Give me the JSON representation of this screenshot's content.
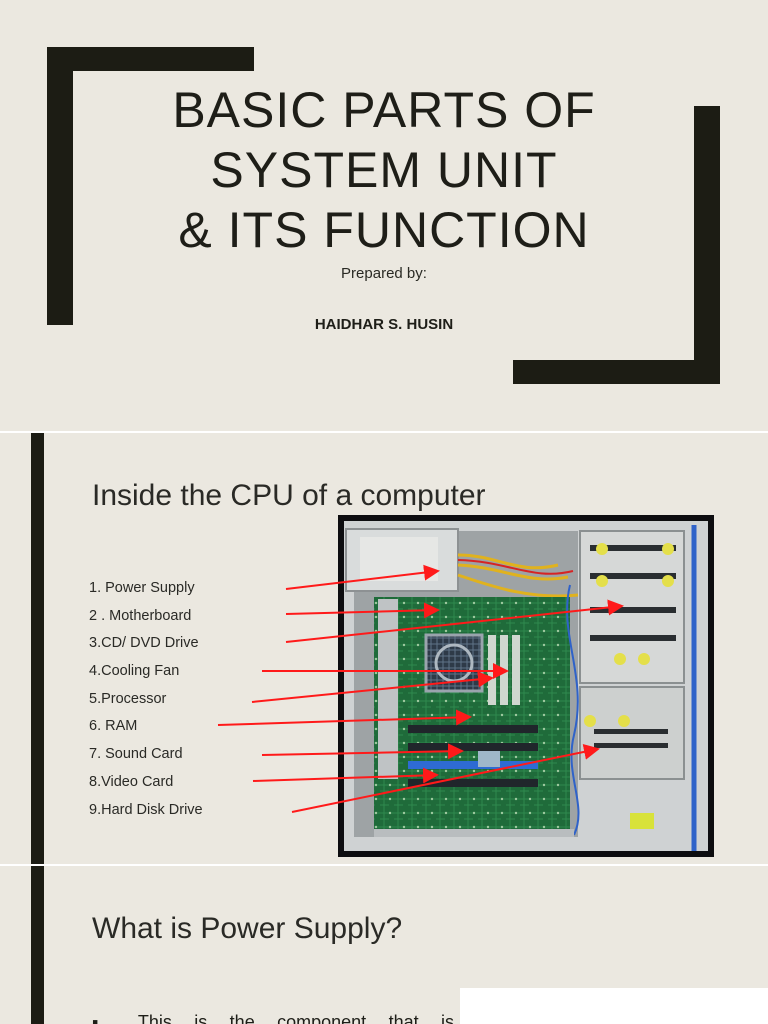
{
  "slide1": {
    "title_lines": [
      "BASIC PARTS OF",
      "SYSTEM UNIT",
      "& ITS FUNCTION"
    ],
    "prepared_by": "Prepared by:",
    "author": "HAIDHAR S. HUSIN"
  },
  "slide2": {
    "title": "Inside the CPU of a computer",
    "parts": [
      "1. Power Supply",
      "2 . Motherboard",
      "3.CD/ DVD Drive",
      "4.Cooling Fan",
      "5.Processor",
      "6. RAM",
      "7. Sound Card",
      "8.Video Card",
      "9.Hard Disk Drive"
    ],
    "arrow_color": "#ff1a1a"
  },
  "slide3": {
    "title": "What is Power Supply?",
    "body_partial": "▪ This is the component that is"
  },
  "colors": {
    "background": "#ebe8e0",
    "bracket": "#1c1c14",
    "text": "#1e1e1a"
  }
}
